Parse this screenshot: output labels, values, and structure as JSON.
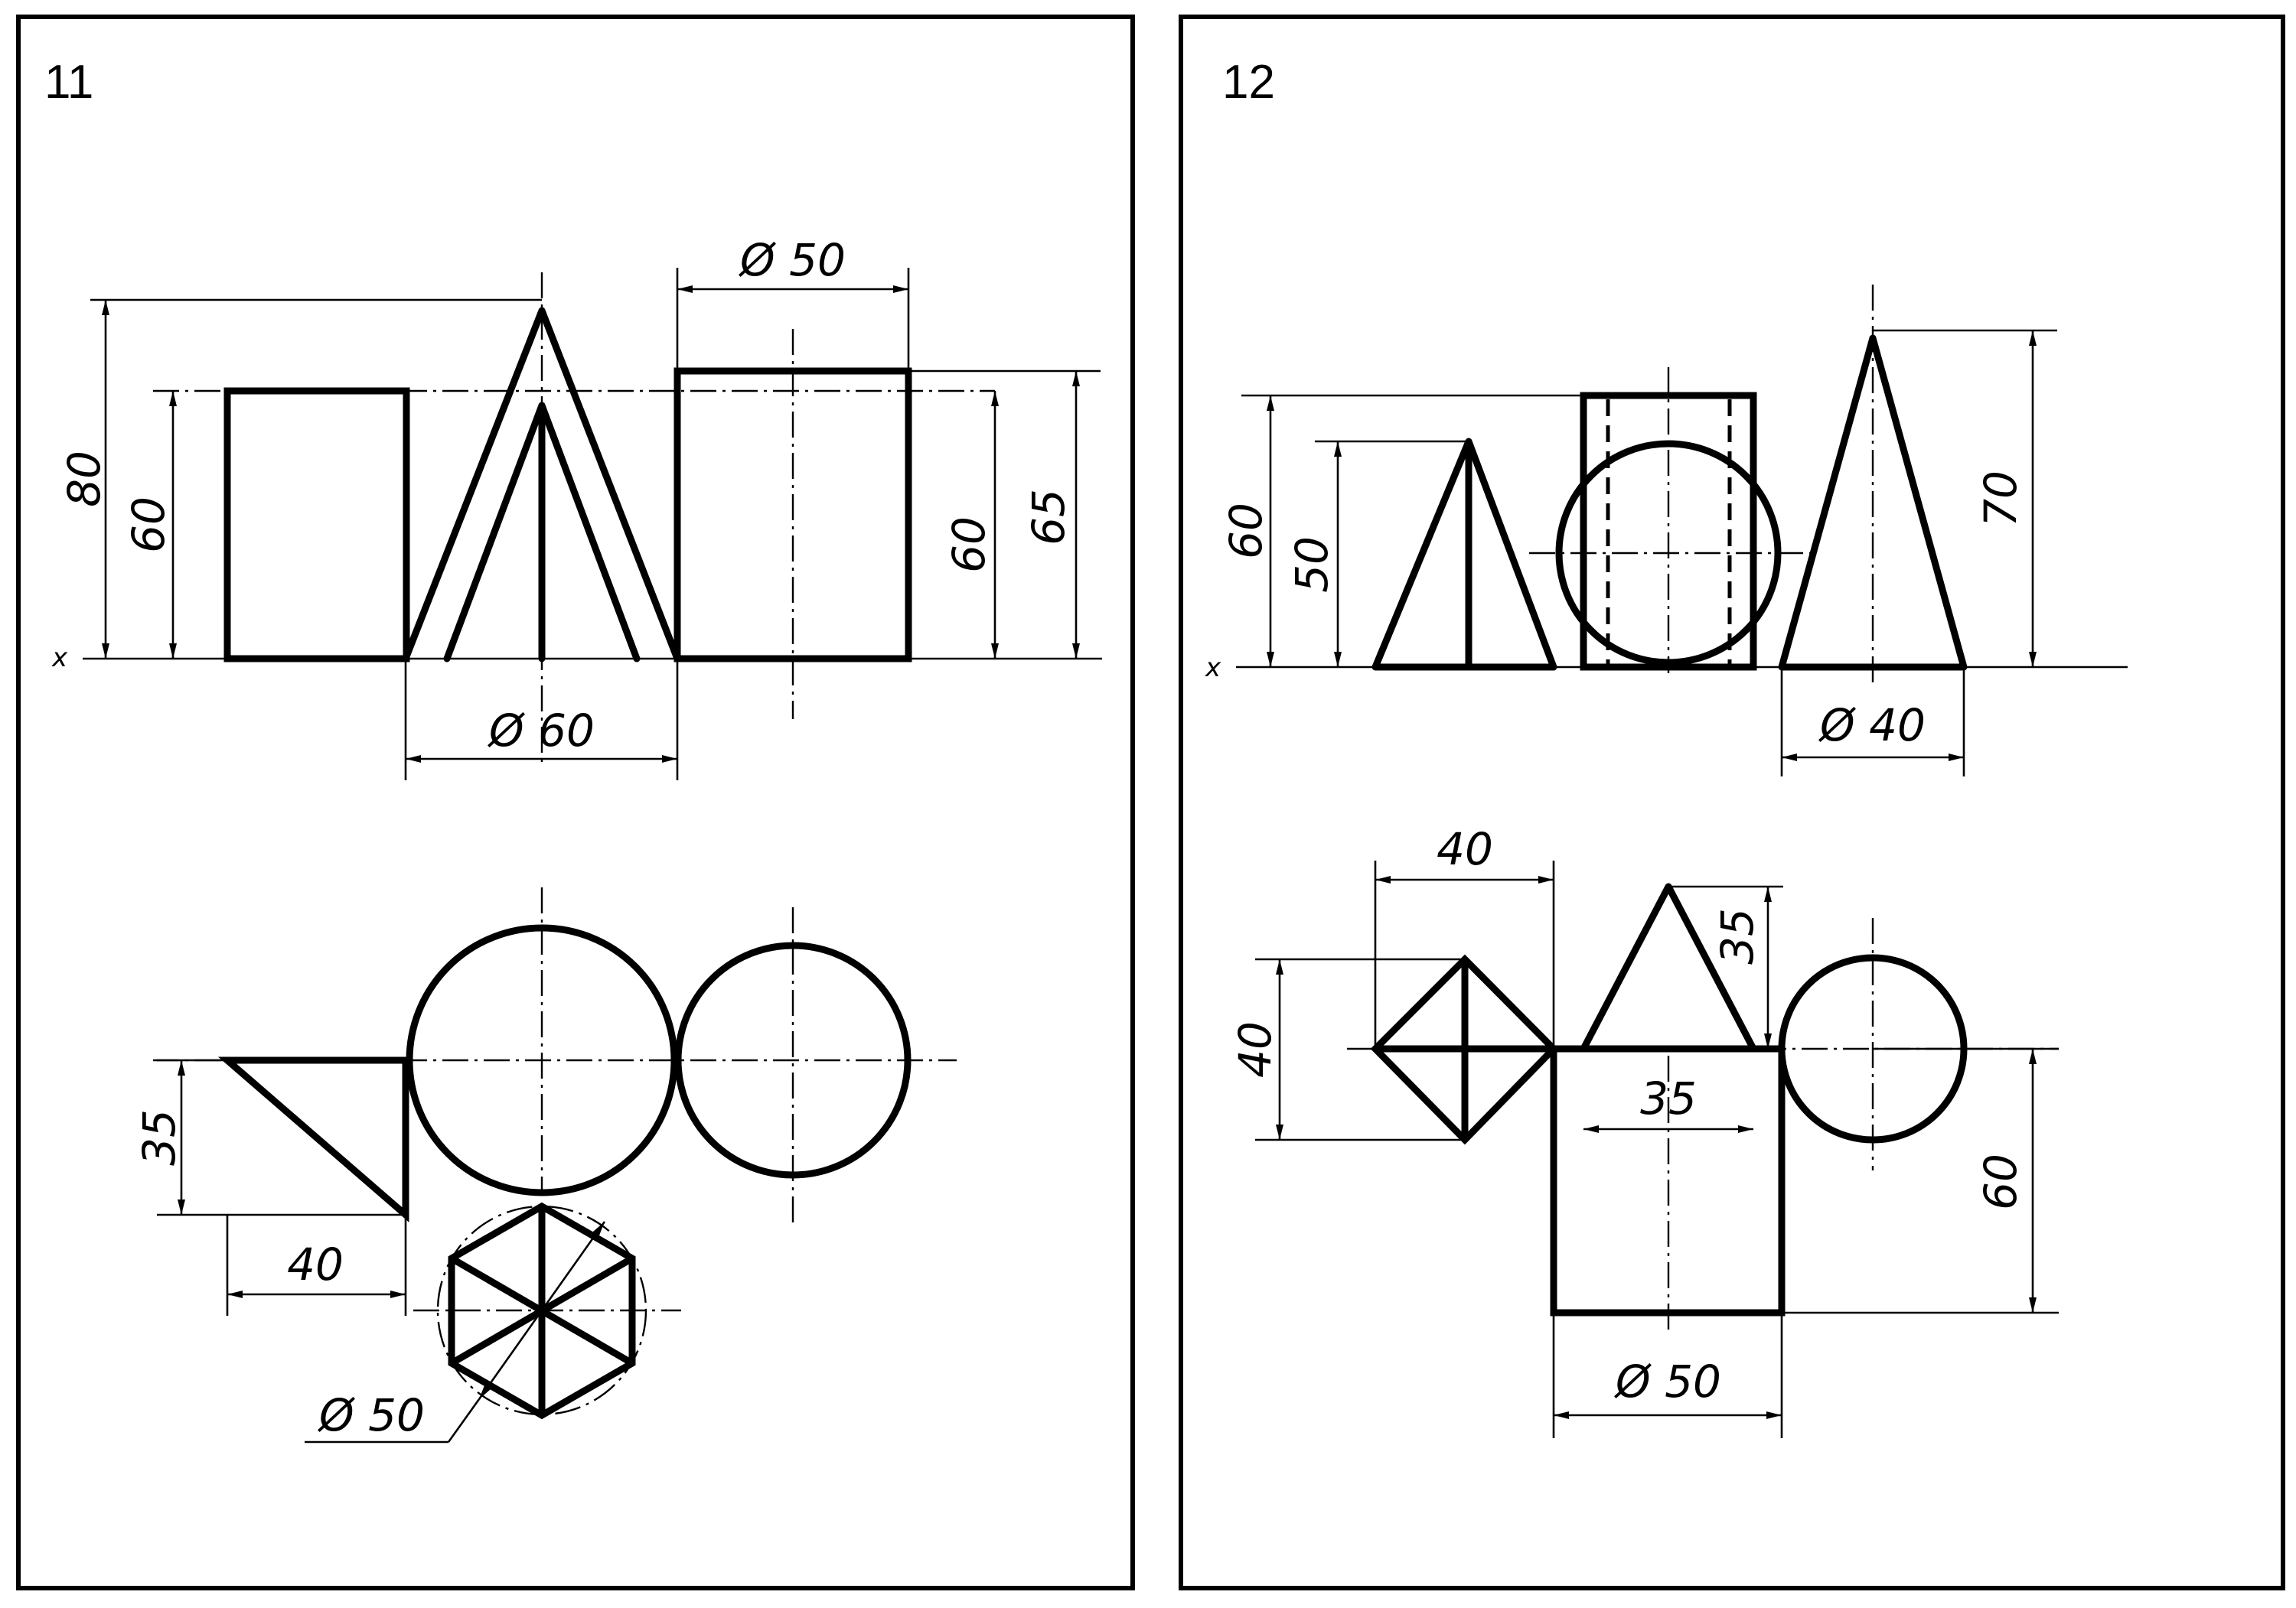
{
  "panels": [
    {
      "number": "11",
      "axis_label": "x",
      "dimensions": {
        "overall_height": "80",
        "prism_height": "60",
        "cyl_height": "60",
        "cyl_top": "65",
        "cyl_diameter": "Ø 50",
        "cone_diameter": "Ø 60",
        "tri_height": "35",
        "tri_width": "40",
        "hex_diameter": "Ø 50"
      }
    },
    {
      "number": "12",
      "axis_label": "x",
      "dimensions": {
        "prism_height": "60",
        "pyramid_height": "50",
        "cone_height": "70",
        "cone_diameter": "Ø 40",
        "square_width": "40",
        "square_height": "40",
        "tri_height": "35",
        "tri_width": "35",
        "rect_length": "60",
        "rect_width": "Ø 50"
      }
    }
  ]
}
